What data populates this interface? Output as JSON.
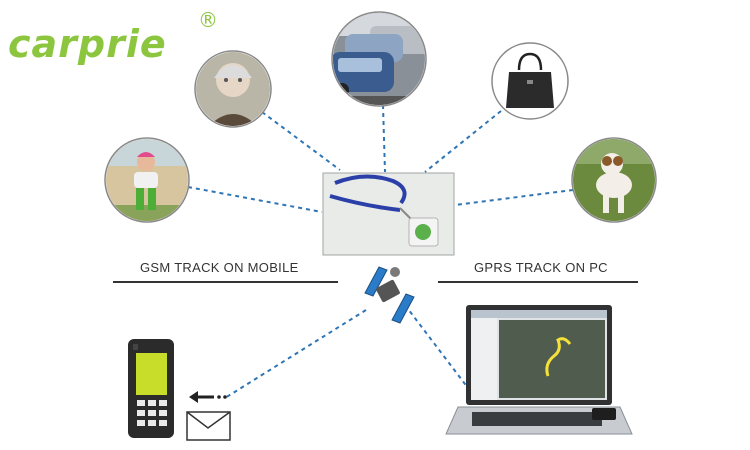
{
  "brand": {
    "name": "carprie",
    "reg_mark": "®",
    "color": "#8cc63f"
  },
  "labels": {
    "gsm": "GSM TRACK ON MOBILE",
    "gprs": "GPRS TRACK ON PC"
  },
  "colors": {
    "link": "#2e75b6",
    "device_strap": "#2a3fa8",
    "phone_screen": "#c8dc2a",
    "route": "#f4e23a",
    "map": "#4f5c4e"
  },
  "nodes": [
    "child-photo",
    "elderly-woman-photo",
    "cars-photo",
    "handbag-photo",
    "dog-photo",
    "gps-tracker-device",
    "satellite-icon",
    "mobile-phone",
    "envelope-icon",
    "laptop-map"
  ]
}
